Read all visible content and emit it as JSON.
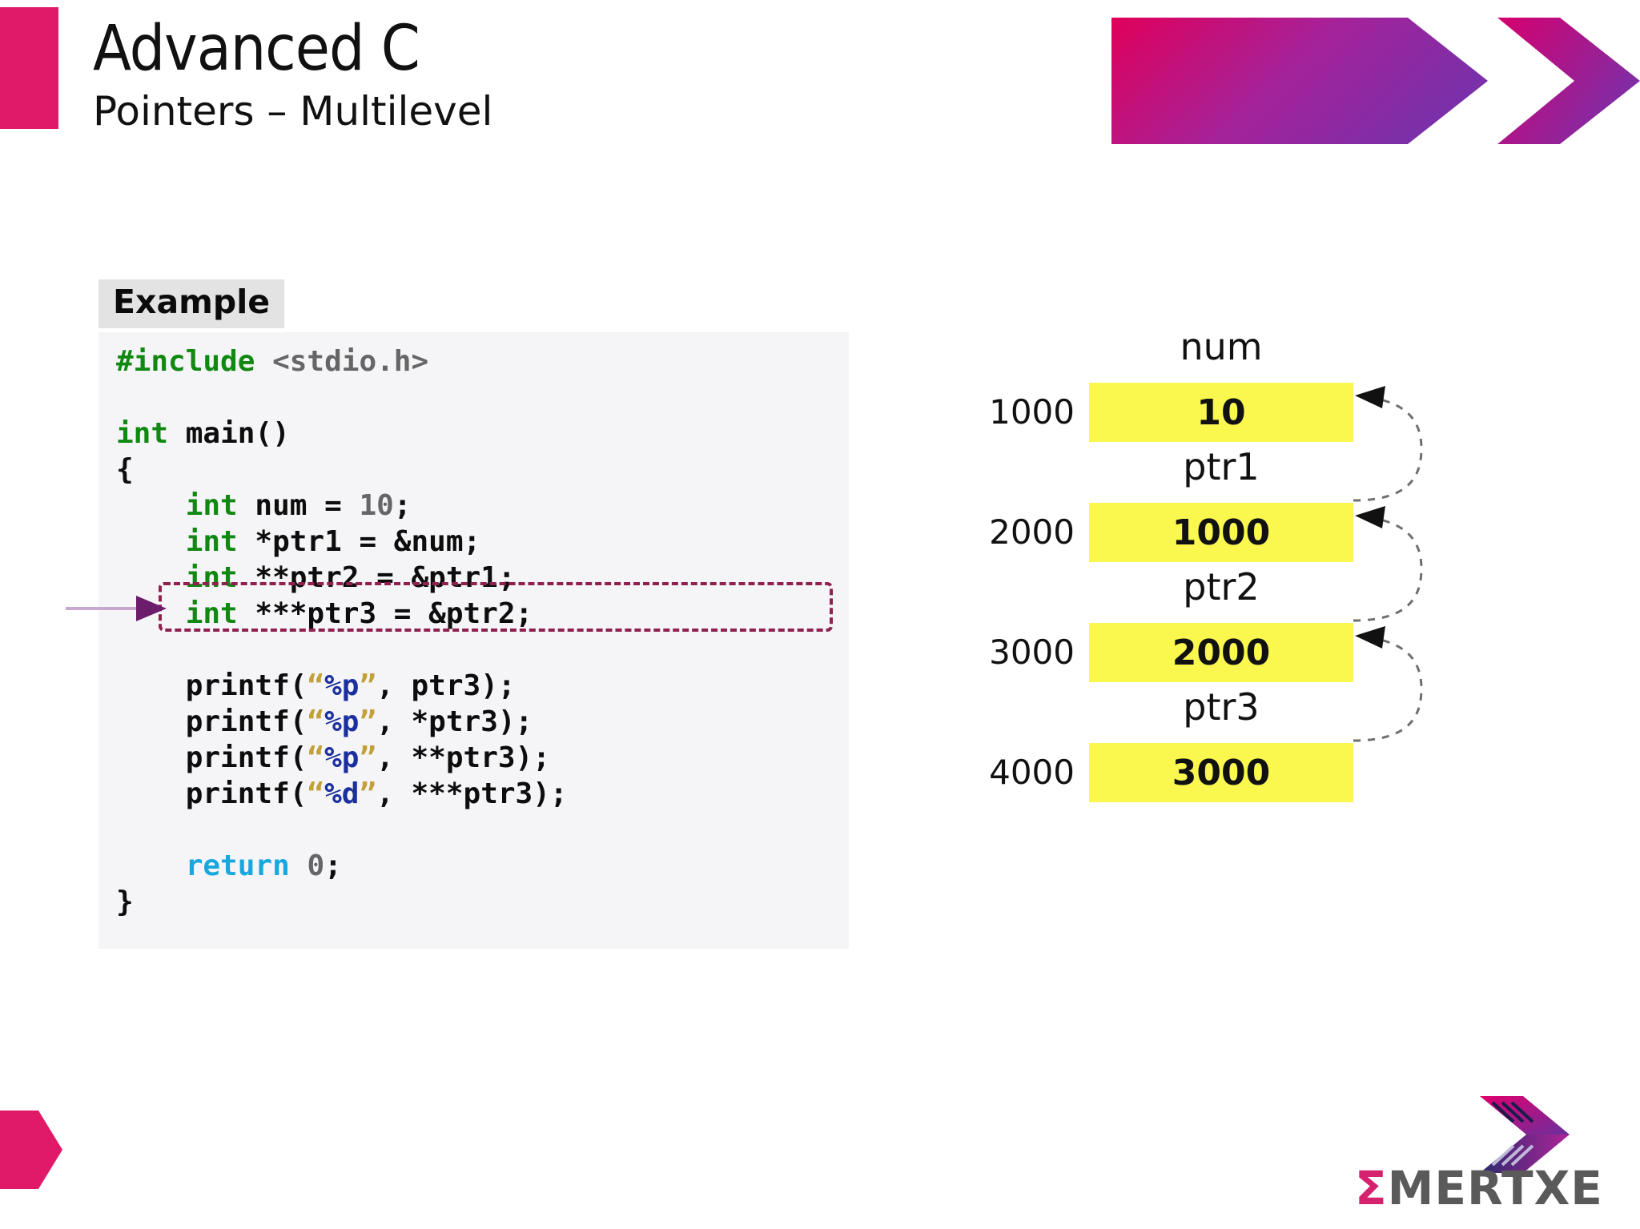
{
  "header": {
    "title": "Advanced C",
    "subtitle": "Pointers – Multilevel",
    "accent_color": "#e01a68",
    "banner_gradient_from": "#e0005a",
    "banner_gradient_to": "#7b2fa8"
  },
  "example": {
    "tag_label": "Example",
    "tag_bg": "#e3e3e3"
  },
  "code": {
    "language": "c",
    "background": "#f5f5f7",
    "highlighted_line_index": 7,
    "highlighted_line_text": "int ***ptr3 = &ptr2;",
    "lines": [
      "#include <stdio.h>",
      "",
      "int main()",
      "{",
      "    int num = 10;",
      "    int *ptr1 = &num;",
      "    int **ptr2 = &ptr1;",
      "    int ***ptr3 = &ptr2;",
      "",
      "    printf(“%p”, ptr3);",
      "    printf(“%p”, *ptr3);",
      "    printf(“%p”, **ptr3);",
      "    printf(“%d”, ***ptr3);",
      "",
      "    return 0;",
      "}"
    ],
    "tokens": {
      "preprocessor": "#include",
      "include_target": "<stdio.h>",
      "keyword_int": "int",
      "keyword_return": "return",
      "fn_main": "main()",
      "brace_open": "{",
      "brace_close": "}",
      "literal_10": "10",
      "literal_0": "0"
    },
    "colors": {
      "preprocessor": "#118811",
      "keyword": "#118811",
      "include_target": "#666666",
      "number": "#666666",
      "return": "#19a8dd",
      "string_quote": "#c2a03a",
      "format_spec": "#1b2f9e",
      "plain": "#0d0d0d",
      "highlight_border": "#8e2150",
      "pointer_arrow": "#6b1d6b"
    }
  },
  "memory": {
    "box_color": "#faf74e",
    "arrow_color": "#6f6f6f",
    "cells": [
      {
        "name": "num",
        "address": "1000",
        "value": "10"
      },
      {
        "name": "ptr1",
        "address": "2000",
        "value": "1000"
      },
      {
        "name": "ptr2",
        "address": "3000",
        "value": "2000"
      },
      {
        "name": "ptr3",
        "address": "4000",
        "value": "3000"
      }
    ]
  },
  "logo": {
    "sigma": "Σ",
    "name": "MERTXE",
    "sigma_color": "#d6226e",
    "text_color": "#5a5a5a"
  }
}
